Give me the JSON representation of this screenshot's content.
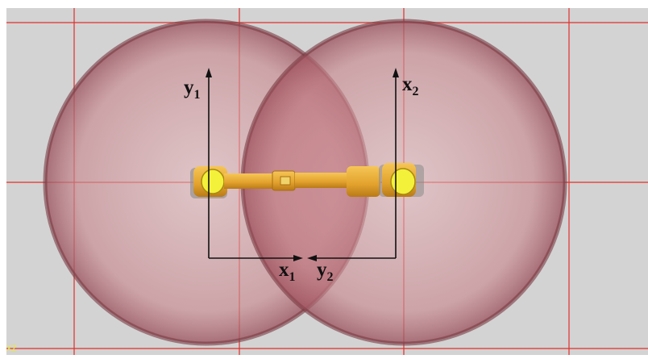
{
  "viewport": {
    "background_color": "#d3d3d3",
    "grid_color": "#e0302a",
    "workspace_fill_color": "#c87a80",
    "workspace_edge_color": "#7a3a42",
    "robot_color": "#e6a935",
    "joint_color": "#f3f13a",
    "axis_color": "#111111"
  },
  "axes": {
    "frame1": {
      "y_label": "y",
      "y_sub": "1",
      "x_label": "x",
      "x_sub": "1"
    },
    "frame2": {
      "x_label": "x",
      "x_sub": "2",
      "y_label": "y",
      "y_sub": "2"
    }
  },
  "corner": {
    "label": "xz"
  }
}
